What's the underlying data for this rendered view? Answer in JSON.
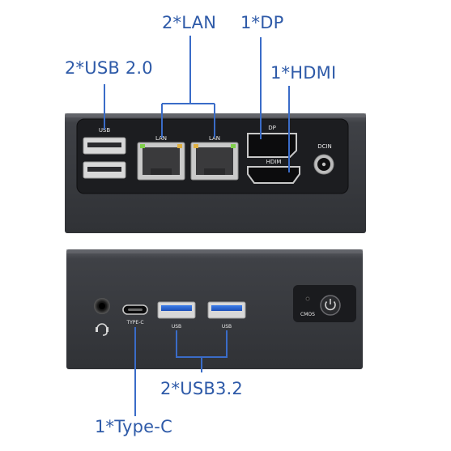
{
  "colors": {
    "callout_text": "#2e5aa8",
    "callout_line": "#3a6cc8",
    "chassis": "#3b3d42",
    "panel": "#1e1f22",
    "port_label": "#e8e8e8",
    "lan_led_green": "#7fd04a",
    "lan_led_orange": "#e0b040"
  },
  "callouts": {
    "lan": "2*LAN",
    "dp": "1*DP",
    "usb2": "2*USB 2.0",
    "hdmi": "1*HDMI",
    "usb32": "2*USB3.2",
    "typec": "1*Type-C"
  },
  "top_unit": {
    "usb_label": "USB",
    "lan_label_1": "LAN",
    "lan_label_2": "LAN",
    "dp_label": "DP",
    "hdmi_label": "HDIM",
    "dcin_label": "DCIN"
  },
  "bottom_unit": {
    "typec_label": "TYPE-C",
    "usb_label_1": "USB",
    "usb_label_2": "USB",
    "cmos_label": "CMOS"
  },
  "icons": {
    "audio": "headset-icon",
    "power": "power-icon"
  }
}
